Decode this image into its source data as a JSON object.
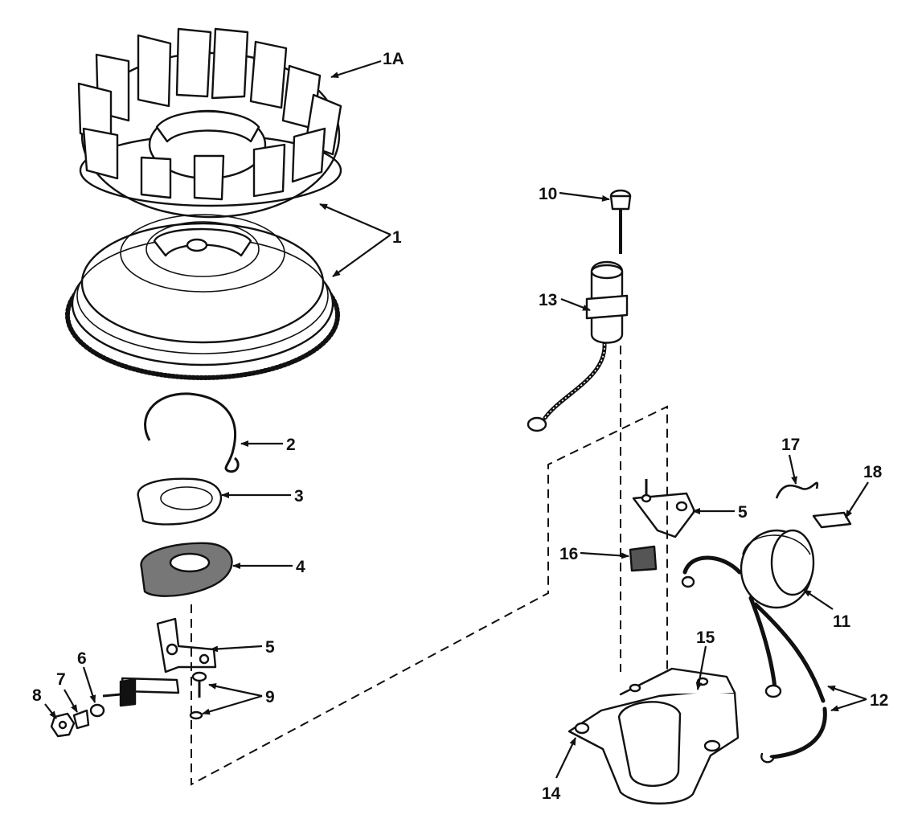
{
  "diagram": {
    "callouts": {
      "c1A": "1A",
      "c1": "1",
      "c2": "2",
      "c3": "3",
      "c4": "4",
      "c5a": "5",
      "c5b": "5",
      "c6": "6",
      "c7": "7",
      "c8": "8",
      "c9": "9",
      "c10": "10",
      "c11": "11",
      "c12": "12",
      "c13": "13",
      "c14": "14",
      "c15": "15",
      "c16": "16",
      "c17": "17",
      "c18": "18"
    }
  }
}
